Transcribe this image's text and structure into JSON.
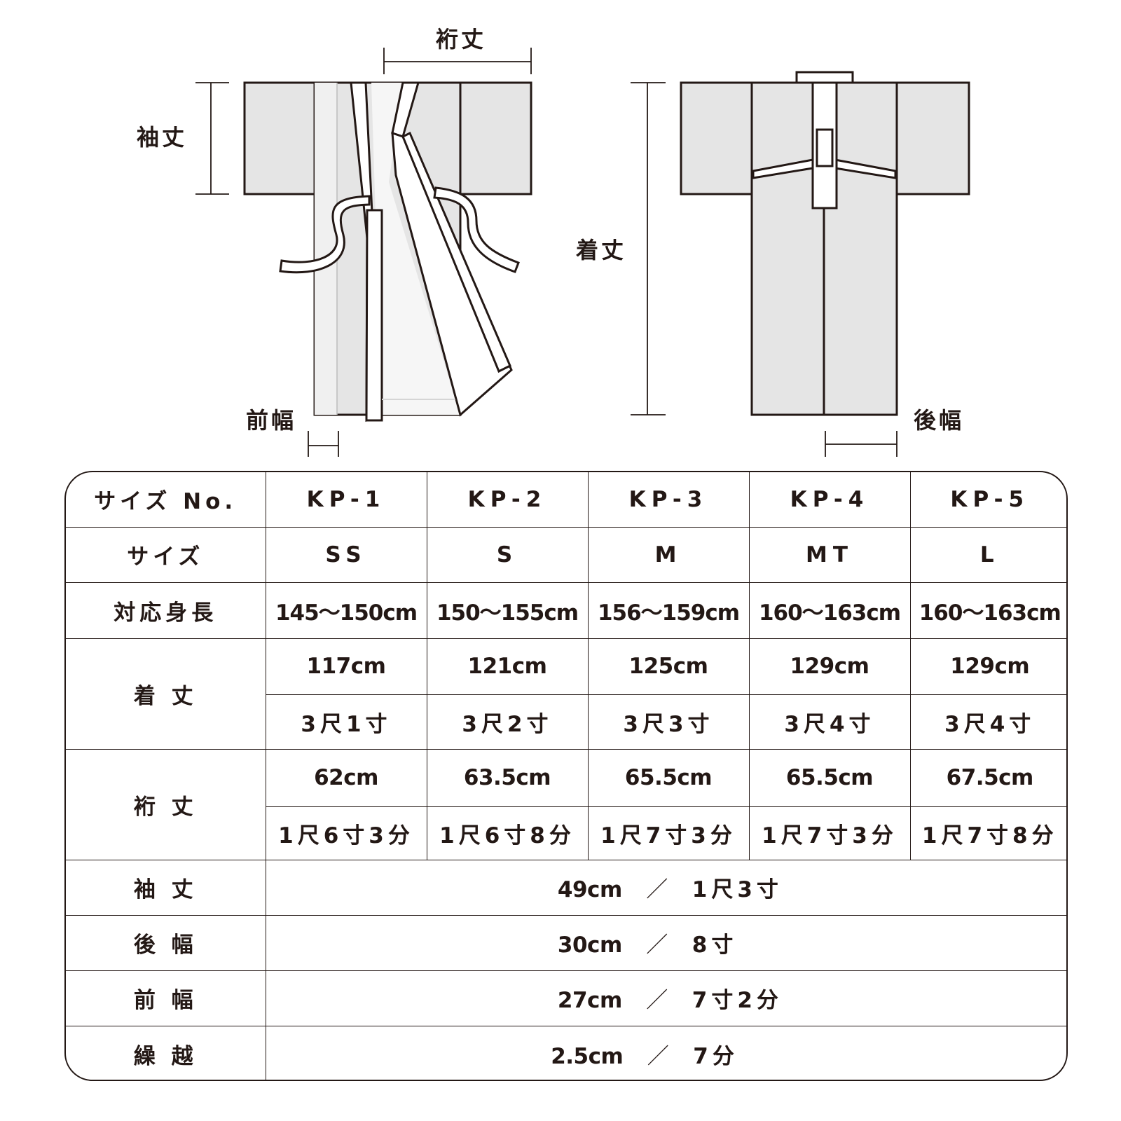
{
  "diagram": {
    "labels": {
      "yuki": "裄丈",
      "sodetake": "袖丈",
      "kitake": "着丈",
      "maehaba": "前幅",
      "ushirohaba": "後幅"
    },
    "colors": {
      "outline": "#231815",
      "garment_fill": "#e5e5e5",
      "inner_fill": "#f4f4f4"
    }
  },
  "table": {
    "header": {
      "label": "サイズ No.",
      "cols": [
        "KP-1",
        "KP-2",
        "KP-3",
        "KP-4",
        "KP-5"
      ]
    },
    "size": {
      "label": "サイズ",
      "cols": [
        "SS",
        "S",
        "M",
        "MT",
        "L"
      ]
    },
    "height": {
      "label": "対応身長",
      "cols": [
        "145～150cm",
        "150～155cm",
        "156～159cm",
        "160～163cm",
        "160～163cm"
      ]
    },
    "kitake": {
      "label": "着 丈",
      "cm": [
        "117cm",
        "121cm",
        "125cm",
        "129cm",
        "129cm"
      ],
      "shaku": [
        "3尺1寸",
        "3尺2寸",
        "3尺3寸",
        "3尺4寸",
        "3尺4寸"
      ]
    },
    "yuki": {
      "label": "裄 丈",
      "cm": [
        "62cm",
        "63.5cm",
        "65.5cm",
        "65.5cm",
        "67.5cm"
      ],
      "shaku": [
        "1尺6寸3分",
        "1尺6寸8分",
        "1尺7寸3分",
        "1尺7寸3分",
        "1尺7寸8分"
      ]
    },
    "common": [
      {
        "label": "袖 丈",
        "cm": "49cm",
        "sep": "／",
        "shaku": "1尺3寸"
      },
      {
        "label": "後 幅",
        "cm": "30cm",
        "sep": "／",
        "shaku": "8寸"
      },
      {
        "label": "前 幅",
        "cm": "27cm",
        "sep": "／",
        "shaku": "7寸2分"
      },
      {
        "label": "繰 越",
        "cm": "2.5cm",
        "sep": "／",
        "shaku": "7分"
      }
    ]
  }
}
